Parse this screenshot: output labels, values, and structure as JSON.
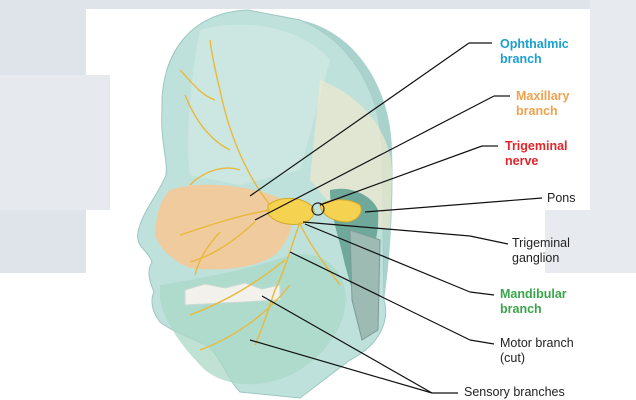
{
  "labels": {
    "ophthalmic_branch": "Ophthalmic\nbranch",
    "maxillary_branch": "Maxillary\nbranch",
    "trigeminal_nerve": "Trigeminal\nnerve",
    "pons": "Pons",
    "trigeminal_ganglion": "Trigeminal\nganglion",
    "mandibular_branch": "Mandibular\nbranch",
    "motor_branch": "Motor branch\n(cut)",
    "sensory_branches": "Sensory branches"
  },
  "colors": {
    "ophthalmic": "#1a9fcf",
    "maxillary": "#f2a14c",
    "trigeminal_nerve": "#e0252b",
    "mandibular": "#3aa64a",
    "skin": "#b7dcd6",
    "nerve": "#f0c040",
    "leader_line": "#111111"
  }
}
